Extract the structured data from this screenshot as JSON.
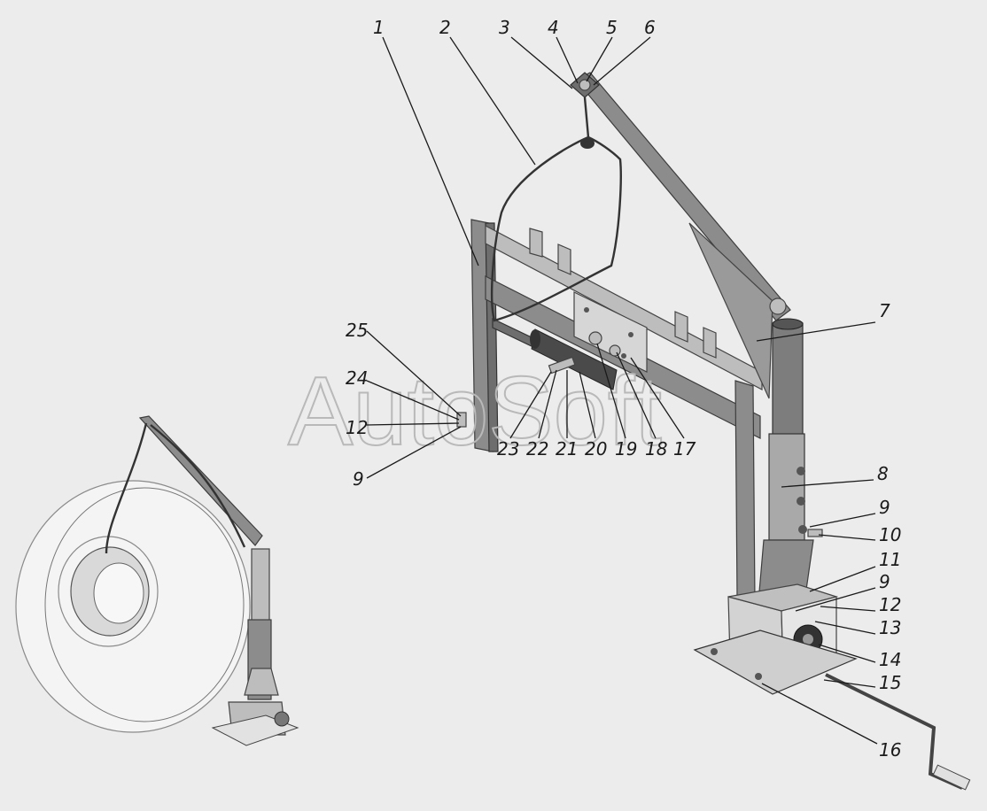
{
  "watermark": "AutoSoft",
  "callouts": [
    {
      "id": "1",
      "label": "1"
    },
    {
      "id": "2",
      "label": "2"
    },
    {
      "id": "3",
      "label": "3"
    },
    {
      "id": "4",
      "label": "4"
    },
    {
      "id": "5",
      "label": "5"
    },
    {
      "id": "6",
      "label": "6"
    },
    {
      "id": "7",
      "label": "7"
    },
    {
      "id": "8",
      "label": "8"
    },
    {
      "id": "9a",
      "label": "9"
    },
    {
      "id": "10",
      "label": "10"
    },
    {
      "id": "11",
      "label": "11"
    },
    {
      "id": "9b",
      "label": "9"
    },
    {
      "id": "12a",
      "label": "12"
    },
    {
      "id": "13",
      "label": "13"
    },
    {
      "id": "14",
      "label": "14"
    },
    {
      "id": "15",
      "label": "15"
    },
    {
      "id": "16",
      "label": "16"
    },
    {
      "id": "17",
      "label": "17"
    },
    {
      "id": "18",
      "label": "18"
    },
    {
      "id": "19",
      "label": "19"
    },
    {
      "id": "20",
      "label": "20"
    },
    {
      "id": "21",
      "label": "21"
    },
    {
      "id": "22",
      "label": "22"
    },
    {
      "id": "23",
      "label": "23"
    },
    {
      "id": "25",
      "label": "25"
    },
    {
      "id": "24",
      "label": "24"
    },
    {
      "id": "12b",
      "label": "12"
    },
    {
      "id": "9c",
      "label": "9"
    }
  ]
}
